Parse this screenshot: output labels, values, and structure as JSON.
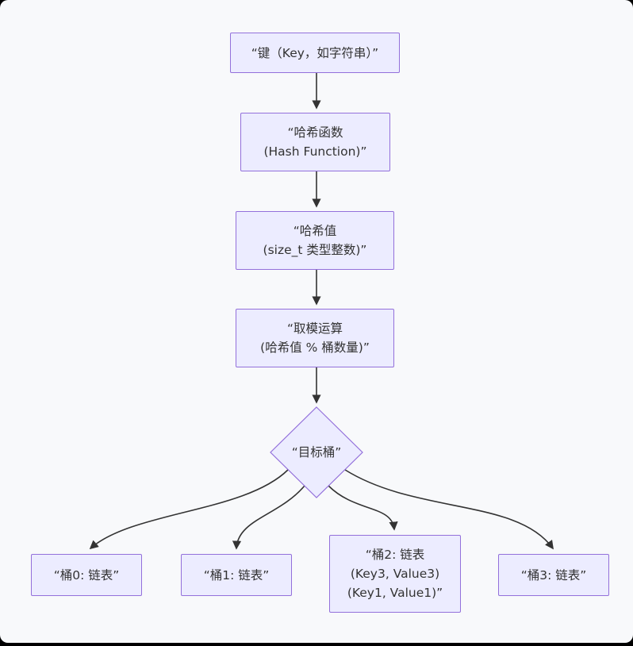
{
  "diagram": {
    "type": "flowchart",
    "direction": "top-down",
    "theme": {
      "background": "#f8f9fb",
      "node_fill": "#ECECFF",
      "node_border": "#9370DB",
      "edge_color": "#333333",
      "text_color": "#333333",
      "frame_color": "#000000"
    }
  },
  "nodes": {
    "key": {
      "lines": [
        "“键（Key，如字符串）”"
      ]
    },
    "hash_function": {
      "lines": [
        "“哈希函数",
        "(Hash Function)”"
      ]
    },
    "hash_value": {
      "lines": [
        "“哈希值",
        "(size_t 类型整数)”"
      ]
    },
    "modulo": {
      "lines": [
        "“取模运算",
        "(哈希值 % 桶数量)”"
      ]
    },
    "target_bucket": {
      "lines": [
        "“目标桶”"
      ]
    },
    "bucket0": {
      "lines": [
        "“桶0: 链表”"
      ]
    },
    "bucket1": {
      "lines": [
        "“桶1: 链表”"
      ]
    },
    "bucket2": {
      "lines": [
        "“桶2: 链表",
        "(Key3, Value3)",
        "(Key1, Value1)”"
      ]
    },
    "bucket3": {
      "lines": [
        "“桶3: 链表”"
      ]
    }
  },
  "edges": [
    {
      "from": "key",
      "to": "hash_function"
    },
    {
      "from": "hash_function",
      "to": "hash_value"
    },
    {
      "from": "hash_value",
      "to": "modulo"
    },
    {
      "from": "modulo",
      "to": "target_bucket"
    },
    {
      "from": "target_bucket",
      "to": "bucket0"
    },
    {
      "from": "target_bucket",
      "to": "bucket1"
    },
    {
      "from": "target_bucket",
      "to": "bucket2"
    },
    {
      "from": "target_bucket",
      "to": "bucket3"
    }
  ]
}
